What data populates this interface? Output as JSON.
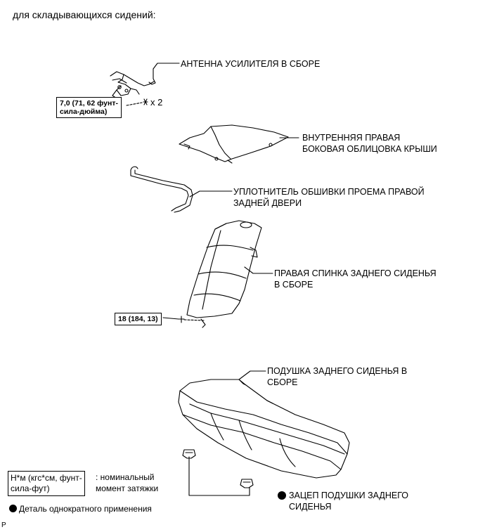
{
  "header": "для складывающихся сидений:",
  "parts": {
    "antenna": "АНТЕННА УСИЛИТЕЛЯ В СБОРЕ",
    "roof_trim_line1": "ВНУТРЕННЯЯ ПРАВАЯ",
    "roof_trim_line2": "БОКОВАЯ ОБЛИЦОВКА КРЫШИ",
    "weatherstrip_line1": "УПЛОТНИТЕЛЬ ОБШИВКИ ПРОЕМА ПРАВОЙ",
    "weatherstrip_line2": "ЗАДНЕЙ ДВЕРИ",
    "seatback_line1": "ПРАВАЯ СПИНКА ЗАДНЕГО СИДЕНЬЯ",
    "seatback_line2": "В СБОРЕ",
    "cushion_line1": "ПОДУШКА ЗАДНЕГО СИДЕНЬЯ В",
    "cushion_line2": "СБОРЕ",
    "hook_line1": "ЗАЦЕП ПОДУШКИ ЗАДНЕГО",
    "hook_line2": "СИДЕНЬЯ"
  },
  "torques": {
    "antenna_line1": "7,0 (71, 62 фунт-",
    "antenna_line2": "сила-дюйма)",
    "antenna_qty": "x 2",
    "seatback": "18 (184, 13)"
  },
  "legend": {
    "box_line1": "Н*м (кгс*см, фунт-",
    "box_line2": "сила-фут)",
    "desc_line1": ": номинальный",
    "desc_line2": "момент затяжки",
    "single_use": "Деталь однократного применения"
  },
  "footer_code": "P"
}
